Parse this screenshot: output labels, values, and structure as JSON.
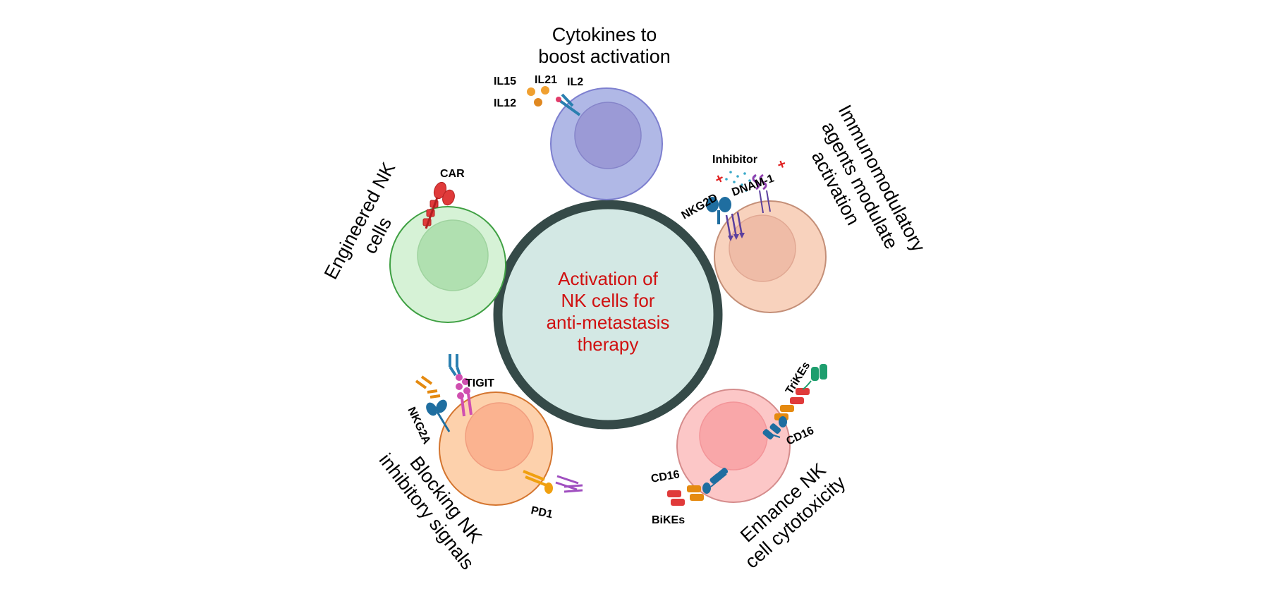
{
  "center": {
    "lines": [
      "Activation of",
      "NK cells for",
      "anti-metastasis",
      "therapy"
    ]
  },
  "cytokines": {
    "title_lines": [
      "Cytokines to",
      "boost activation"
    ],
    "labels": {
      "il15": "IL15",
      "il21": "IL21",
      "il2": "IL2",
      "il12": "IL12"
    }
  },
  "immunomodulatory": {
    "title_lines": [
      "Immunomodulatory",
      "agents modulate",
      "activation"
    ],
    "labels": {
      "inhibitor": "Inhibitor",
      "nkg2d": "NKG2D",
      "dnam1": "DNAM-1",
      "plus": "+"
    }
  },
  "engineered": {
    "title_lines": [
      "Engineered NK",
      "cells"
    ],
    "labels": {
      "car": "CAR"
    }
  },
  "blocking": {
    "title_lines": [
      "Blocking NK",
      "inhibitory signals"
    ],
    "labels": {
      "tigit": "TIGIT",
      "nkg2a": "NKG2A",
      "pd1": "PD1"
    }
  },
  "cytotoxicity": {
    "title_lines": [
      "Enhance NK",
      "cell cytotoxicity"
    ],
    "labels": {
      "trikes": "TriKEs",
      "cd16_top": "CD16",
      "cd16_bottom": "CD16",
      "bikes": "BiKEs"
    }
  },
  "colors": {
    "center_fill": "#d3e8e4",
    "center_ring": "#354a48",
    "center_text": "#d01010",
    "cytokine_cell": "#b0b8e6",
    "cytokine_nucleus": "#9b9ad6",
    "immuno_cell": "#f8d2bd",
    "immuno_nucleus": "#efbca7",
    "engineered_cell": "#d6f2d6",
    "engineered_nucleus": "#b0e0b0",
    "blocking_cell": "#fdd1ac",
    "blocking_nucleus": "#fbb390",
    "cytotox_cell": "#fcc7c7",
    "cytotox_nucleus": "#f9a7a9"
  }
}
